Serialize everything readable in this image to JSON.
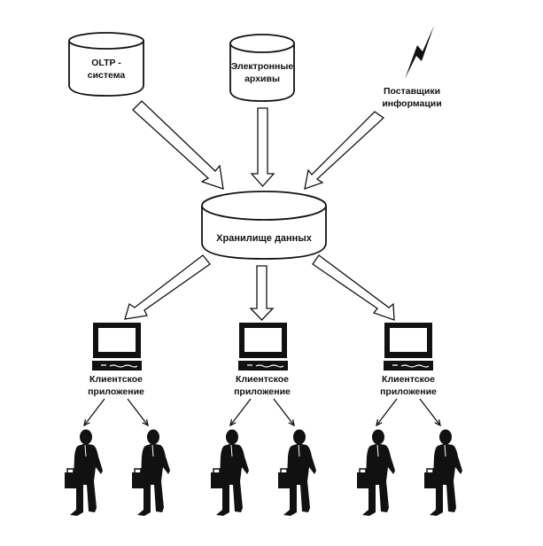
{
  "diagram": {
    "sources": [
      {
        "id": "oltp",
        "lines": [
          "OLTP -",
          "система"
        ],
        "shape": "cylinder"
      },
      {
        "id": "archives",
        "lines": [
          "Электронные",
          "архивы"
        ],
        "shape": "cylinder"
      },
      {
        "id": "providers",
        "lines": [
          "Поставщики",
          "информации"
        ],
        "shape": "lightning"
      }
    ],
    "warehouse": {
      "label": "Хранилище данных",
      "shape": "cylinder"
    },
    "clients": [
      {
        "id": "client-1",
        "lines": [
          "Клиентское",
          "приложение"
        ],
        "users": 2
      },
      {
        "id": "client-2",
        "lines": [
          "Клиентское",
          "приложение"
        ],
        "users": 2
      },
      {
        "id": "client-3",
        "lines": [
          "Клиентское",
          "приложение"
        ],
        "users": 2
      }
    ],
    "edges": [
      {
        "from": "oltp",
        "to": "warehouse",
        "style": "hollow-arrow"
      },
      {
        "from": "archives",
        "to": "warehouse",
        "style": "hollow-arrow"
      },
      {
        "from": "providers",
        "to": "warehouse",
        "style": "hollow-arrow"
      },
      {
        "from": "warehouse",
        "to": "client-1",
        "style": "hollow-arrow"
      },
      {
        "from": "warehouse",
        "to": "client-2",
        "style": "hollow-arrow"
      },
      {
        "from": "warehouse",
        "to": "client-3",
        "style": "hollow-arrow"
      },
      {
        "from": "client-1",
        "to": "user",
        "style": "line-arrow",
        "count": 2
      },
      {
        "from": "client-2",
        "to": "user",
        "style": "line-arrow",
        "count": 2
      },
      {
        "from": "client-3",
        "to": "user",
        "style": "line-arrow",
        "count": 2
      }
    ]
  }
}
